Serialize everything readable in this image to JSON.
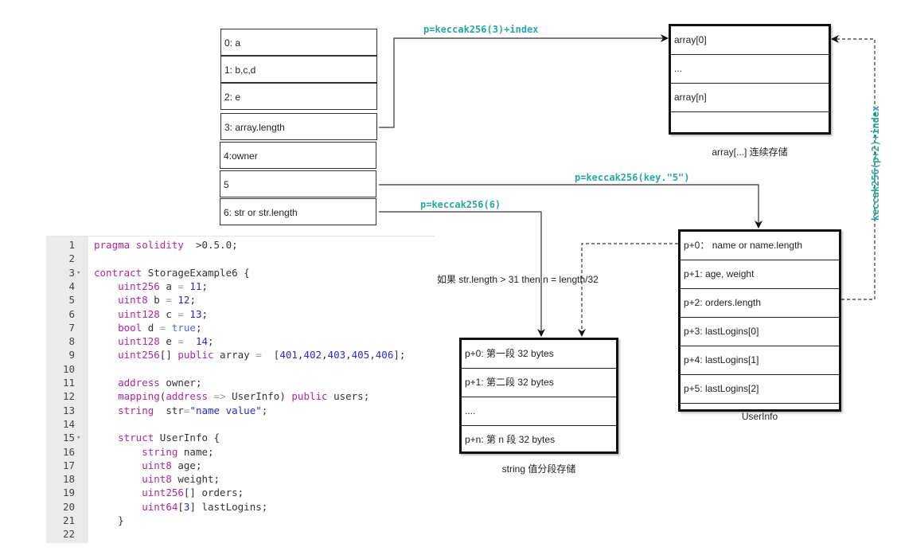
{
  "slots": [
    {
      "label": "0:   a"
    },
    {
      "label": "1:  b,c,d"
    },
    {
      "label": "2: e"
    },
    {
      "label": "3: array.length"
    },
    {
      "label": "4:owner"
    },
    {
      "label": "5"
    },
    {
      "label": "6: str or str.length"
    }
  ],
  "array_box": {
    "rows": [
      "array[0]",
      "...",
      "array[n]",
      ""
    ],
    "caption": "array[...] 连续存储"
  },
  "userinfo_box": {
    "rows": [
      "p+0：  name or name.length",
      "p+1: age, weight",
      "p+2: orders.length",
      "p+3: lastLogins[0]",
      "p+4: lastLogins[1]",
      "p+5: lastLogins[2]",
      ""
    ],
    "caption": "UserInfo"
  },
  "string_box": {
    "rows": [
      "p+0:  第一段 32 bytes",
      "p+1:  第二段 32 bytes",
      " ....",
      " p+n:  第 n  段 32 bytes"
    ],
    "caption": "string 值分段存储"
  },
  "labels": {
    "array_formula": "p=keccak256(3)+index",
    "mapping_formula": "p=keccak256(key.\"5\")",
    "string_formula": "p=keccak256(6)",
    "orders_formula": "keccak256(p+2)+index",
    "string_note": "如果 str.length > 31 then n = length/32"
  },
  "colors": {
    "formula": "#2aa8a0",
    "keyword": "#b0279b",
    "number": "#2a2ad0"
  },
  "code": {
    "lines": [
      {
        "n": "1",
        "fold": "",
        "tokens": [
          [
            "kw",
            "pragma solidity"
          ],
          [
            "",
            "  >0.5.0;"
          ]
        ]
      },
      {
        "n": "2",
        "fold": "",
        "tokens": []
      },
      {
        "n": "3",
        "fold": "▾",
        "tokens": [
          [
            "kw",
            "contract"
          ],
          [
            "",
            " StorageExample6 {"
          ]
        ]
      },
      {
        "n": "4",
        "fold": "",
        "tokens": [
          [
            "",
            "    "
          ],
          [
            "kw",
            "uint256"
          ],
          [
            "",
            " a "
          ],
          [
            "op",
            "="
          ],
          [
            " ",
            ""
          ],
          [
            "num",
            " 11"
          ],
          [
            "",
            ";"
          ]
        ]
      },
      {
        "n": "5",
        "fold": "",
        "tokens": [
          [
            "",
            "    "
          ],
          [
            "kw",
            "uint8"
          ],
          [
            "",
            " b "
          ],
          [
            "op",
            "="
          ],
          [
            "num",
            " 12"
          ],
          [
            "",
            ";"
          ]
        ]
      },
      {
        "n": "6",
        "fold": "",
        "tokens": [
          [
            "",
            "    "
          ],
          [
            "kw",
            "uint128"
          ],
          [
            "",
            " c "
          ],
          [
            "op",
            "="
          ],
          [
            "num",
            " 13"
          ],
          [
            "",
            ";"
          ]
        ]
      },
      {
        "n": "7",
        "fold": "",
        "tokens": [
          [
            "",
            "    "
          ],
          [
            "kw",
            "bool"
          ],
          [
            "",
            " d "
          ],
          [
            "op",
            "="
          ],
          [
            "lit",
            " true"
          ],
          [
            "",
            ";"
          ]
        ]
      },
      {
        "n": "8",
        "fold": "",
        "tokens": [
          [
            "",
            "    "
          ],
          [
            "kw",
            "uint128"
          ],
          [
            "",
            " e "
          ],
          [
            "op",
            "="
          ],
          [
            "num",
            "  14"
          ],
          [
            "",
            ";"
          ]
        ]
      },
      {
        "n": "9",
        "fold": "",
        "tokens": [
          [
            "",
            "    "
          ],
          [
            "kw",
            "uint256"
          ],
          [
            "",
            "[] "
          ],
          [
            "kw",
            "public"
          ],
          [
            "",
            " array "
          ],
          [
            "op",
            "="
          ],
          [
            "",
            "  ["
          ],
          [
            "num",
            "401"
          ],
          [
            "",
            ","
          ],
          [
            "num",
            "402"
          ],
          [
            "",
            ","
          ],
          [
            "num",
            "403"
          ],
          [
            "",
            ","
          ],
          [
            "num",
            "405"
          ],
          [
            "",
            ","
          ],
          [
            "num",
            "406"
          ],
          [
            "",
            "];"
          ]
        ]
      },
      {
        "n": "10",
        "fold": "",
        "tokens": []
      },
      {
        "n": "11",
        "fold": "",
        "tokens": [
          [
            "",
            "    "
          ],
          [
            "kw",
            "address"
          ],
          [
            "",
            " owner;"
          ]
        ]
      },
      {
        "n": "12",
        "fold": "",
        "tokens": [
          [
            "",
            "    "
          ],
          [
            "kw",
            "mapping"
          ],
          [
            "",
            "("
          ],
          [
            "kw",
            "address"
          ],
          [
            "op",
            " =>"
          ],
          [
            "",
            " UserInfo) "
          ],
          [
            "kw",
            "public"
          ],
          [
            "",
            " users;"
          ]
        ]
      },
      {
        "n": "13",
        "fold": "",
        "tokens": [
          [
            "",
            "    "
          ],
          [
            "kw",
            "string"
          ],
          [
            "",
            "  str"
          ],
          [
            "op",
            "="
          ],
          [
            "str",
            "\"name value\""
          ],
          [
            "",
            ";"
          ]
        ]
      },
      {
        "n": "14",
        "fold": "",
        "tokens": []
      },
      {
        "n": "15",
        "fold": "▾",
        "tokens": [
          [
            "",
            "    "
          ],
          [
            "kw",
            "struct"
          ],
          [
            "",
            " UserInfo {"
          ]
        ]
      },
      {
        "n": "16",
        "fold": "",
        "tokens": [
          [
            "",
            "        "
          ],
          [
            "kw",
            "string"
          ],
          [
            "",
            " name;"
          ]
        ]
      },
      {
        "n": "17",
        "fold": "",
        "tokens": [
          [
            "",
            "        "
          ],
          [
            "kw",
            "uint8"
          ],
          [
            "",
            " age;"
          ]
        ]
      },
      {
        "n": "18",
        "fold": "",
        "tokens": [
          [
            "",
            "        "
          ],
          [
            "kw",
            "uint8"
          ],
          [
            "",
            " weight;"
          ]
        ]
      },
      {
        "n": "19",
        "fold": "",
        "tokens": [
          [
            "",
            "        "
          ],
          [
            "kw",
            "uint256"
          ],
          [
            "",
            "[] orders;"
          ]
        ]
      },
      {
        "n": "20",
        "fold": "",
        "tokens": [
          [
            "",
            "        "
          ],
          [
            "kw",
            "uint64"
          ],
          [
            "",
            "["
          ],
          [
            "num",
            "3"
          ],
          [
            "",
            "] lastLogins;"
          ]
        ]
      },
      {
        "n": "21",
        "fold": "",
        "tokens": [
          [
            "",
            "    }"
          ]
        ]
      },
      {
        "n": "22",
        "fold": "",
        "tokens": []
      }
    ]
  }
}
